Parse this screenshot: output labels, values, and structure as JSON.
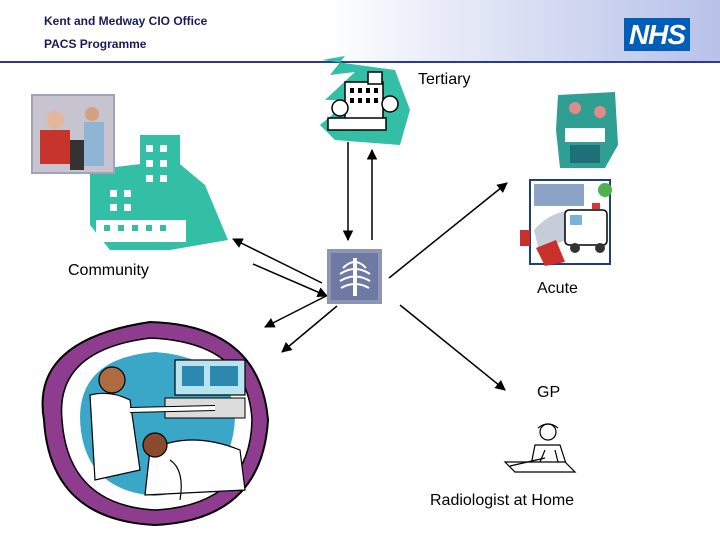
{
  "header": {
    "org": "Kent and Medway CIO Office",
    "programme": "PACS Programme",
    "logo": "NHS"
  },
  "nodes": {
    "tertiary": "Tertiary",
    "community": "Community",
    "acute": "Acute",
    "gp": "GP",
    "home": "Radiologist at Home"
  },
  "colors": {
    "header_blue": "#2e3a8c",
    "nhs_blue": "#005eb8",
    "building_teal": "#33bfa5",
    "frame_purple": "#8e3c8e"
  }
}
